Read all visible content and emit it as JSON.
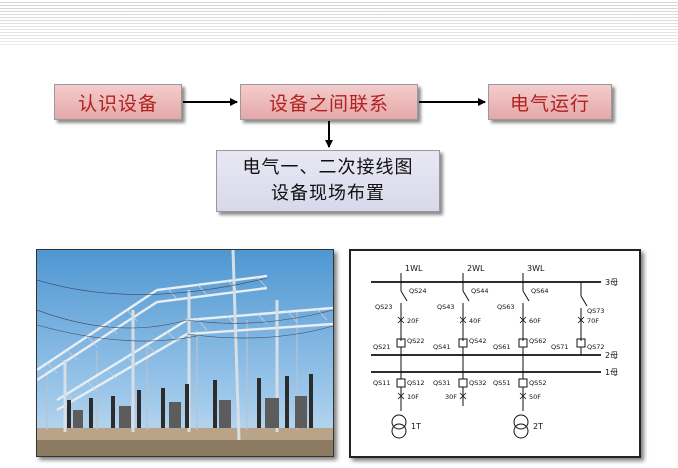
{
  "flow": {
    "step1": "认识设备",
    "step2": "设备之间联系",
    "step3": "电气运行",
    "sub_line1": "电气一、二次接线图",
    "sub_line2": "设备现场布置"
  },
  "schematic": {
    "lines": [
      "1WL",
      "2WL",
      "3WL"
    ],
    "buses": [
      "3母",
      "2母",
      "1母"
    ],
    "switches": [
      "QS24",
      "QS44",
      "QS64",
      "QS23",
      "QS43",
      "QS63",
      "QS73",
      "QS22",
      "QS42",
      "QS62",
      "QS72",
      "QS21",
      "QS41",
      "QS61",
      "QS71",
      "QS11",
      "QS12",
      "QS31",
      "QS32",
      "QS51",
      "QS52"
    ],
    "breakers": [
      "20F",
      "40F",
      "60F",
      "70F",
      "10F",
      "30F",
      "50F"
    ],
    "transformers": [
      "1T",
      "2T"
    ]
  },
  "colors": {
    "pink_box_text": "#b32020",
    "sky": "#5aa2d8",
    "steel": "#9aa4ad"
  }
}
